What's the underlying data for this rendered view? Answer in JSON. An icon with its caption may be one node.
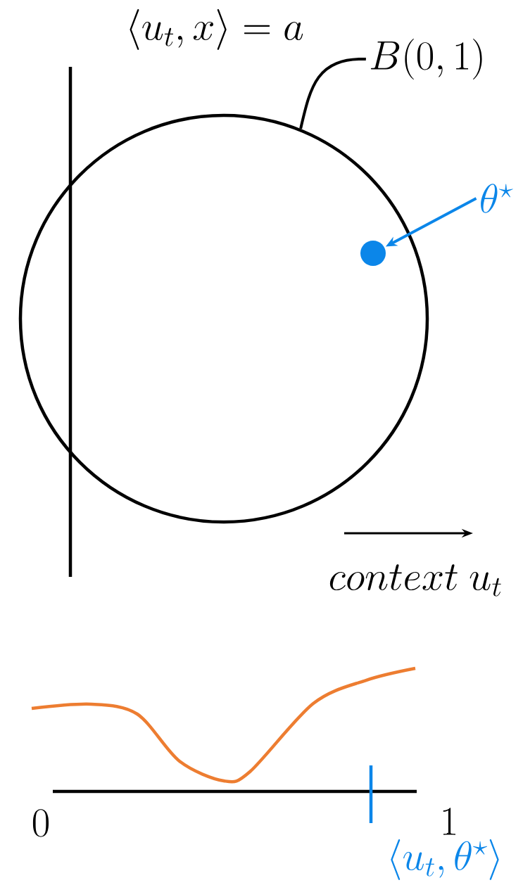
{
  "diagram": {
    "nodes": [
      {
        "text": [
          "B(0,1)"
        ]
      },
      {
        "text": [],
        "shape": "circle"
      },
      {
        "text": [
          "\\theta^\\star"
        ]
      },
      {
        "text": [],
        "shape": "circle",
        "in": 1
      }
    ],
    "edges": [
      {
        "from": 0,
        "to": 1,
        "arrow": "none"
      },
      {
        "from": 2,
        "to": 3,
        "arrow": "to",
        "color": "#0b86e9"
      }
    ],
    "labels": [
      "\\langle u_t, x\\rangle = a",
      "context\\ u_t",
      "0",
      "1",
      "\\langle u_t, \\theta^\\star\\rangle"
    ]
  }
}
